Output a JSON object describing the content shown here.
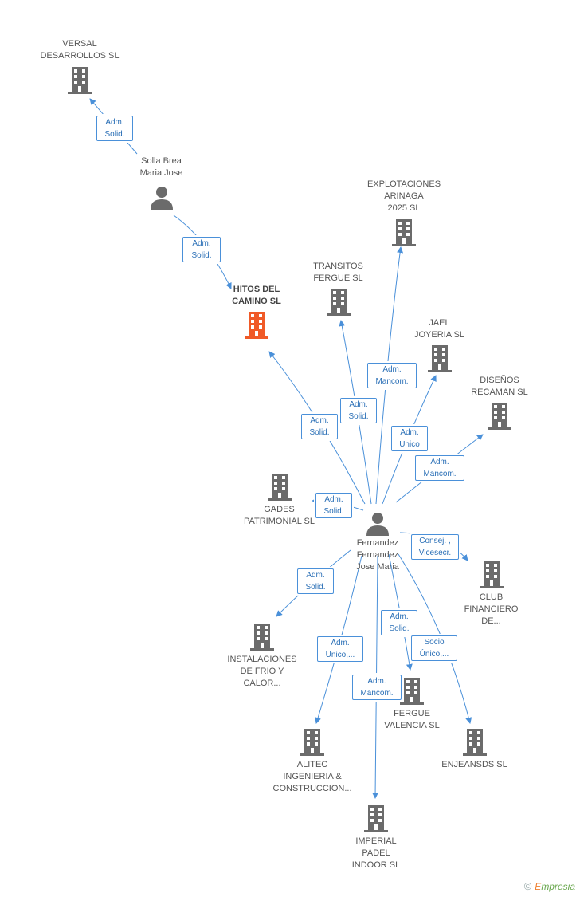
{
  "colors": {
    "accent": "#f05a28",
    "icon": "#6b6b6b",
    "edge": "#4a90d9",
    "label_text": "#2a6fb6"
  },
  "nodes": {
    "versal": "VERSAL\nDESARROLLOS SL",
    "solla": "Solla Brea\nMaria Jose",
    "explotaciones": "EXPLOTACIONES\nARINAGA\n2025 SL",
    "transitos": "TRANSITOS\nFERGUE SL",
    "hitos": "HITOS DEL\nCAMINO  SL",
    "jael": "JAEL\nJOYERIA  SL",
    "disenos": "DISEÑOS\nRECAMAN SL",
    "gades": "GADES\nPATRIMONIAL SL",
    "fernandez": "Fernandez\nFernandez\nJose Maria",
    "club": "CLUB\nFINANCIERO\nDE...",
    "instalaciones": "INSTALACIONES\nDE FRIO Y\nCALOR...",
    "fergue_valencia": "FERGUE\nVALENCIA SL",
    "alitec": "ALITEC\nINGENIERIA &\nCONSTRUCCION...",
    "enjeansds": "ENJEANSDS SL",
    "imperial": "IMPERIAL\nPADEL\nINDOOR  SL"
  },
  "relations": {
    "r1": "Adm.\nSolid.",
    "r2": "Adm.\nSolid.",
    "r3": "Adm.\nMancom.",
    "r4": "Adm.\nSolid.",
    "r5": "Adm.\nSolid.",
    "r6": "Adm.\nUnico",
    "r7": "Adm.\nMancom.",
    "r8": "Adm.\nSolid.",
    "r9": "Consej. ,\nVicesecr.",
    "r10": "Adm.\nSolid.",
    "r11": "Adm.\nSolid.",
    "r12": "Socio\nÚnico,...",
    "r13": "Adm.\nUnico,...",
    "r14": "Adm.\nMancom."
  },
  "footer": {
    "copyright_symbol": "©",
    "brand_first": "E",
    "brand_rest": "mpresia"
  }
}
